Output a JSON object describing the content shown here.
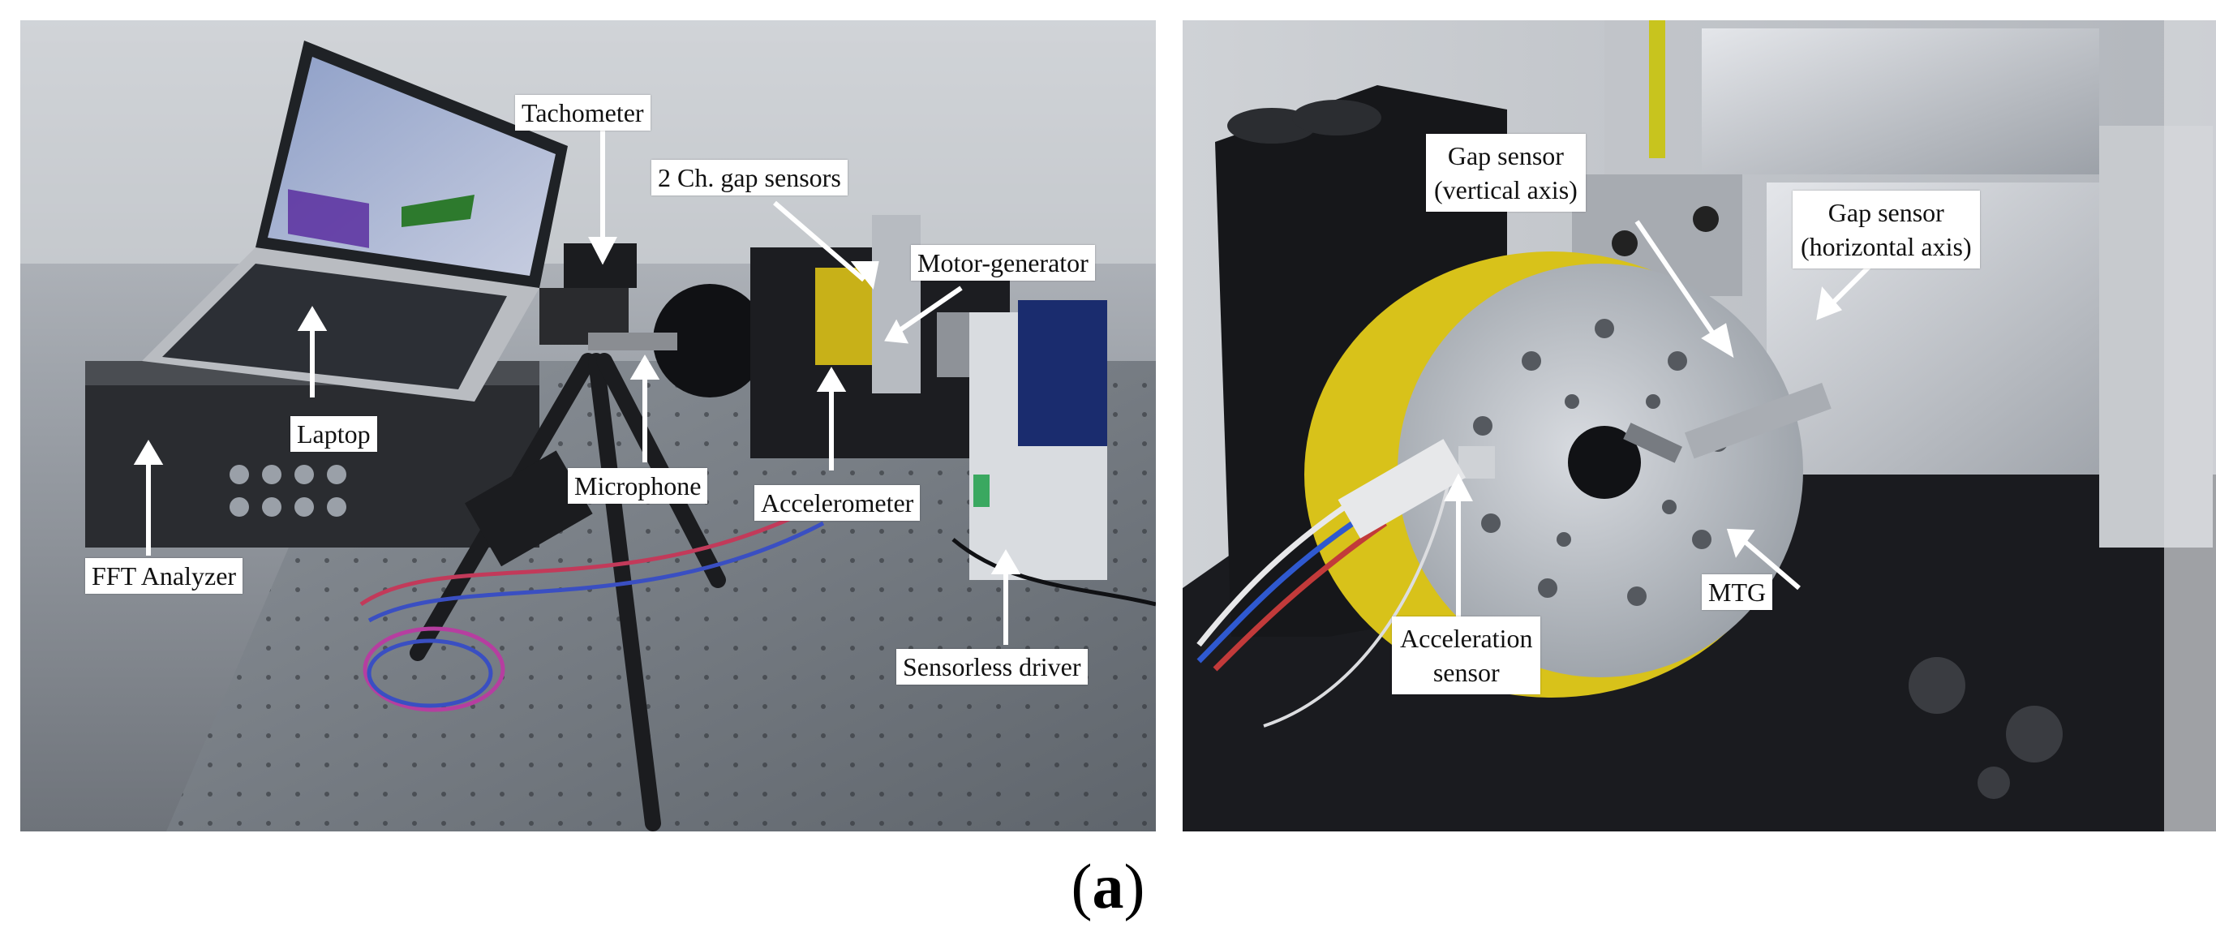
{
  "left_panel": {
    "labels": {
      "tachometer": "Tachometer",
      "gap_sensors": "2 Ch. gap sensors",
      "motor_generator": "Motor-generator",
      "laptop": "Laptop",
      "microphone": "Microphone",
      "accelerometer": "Accelerometer",
      "fft_analyzer": "FFT Analyzer",
      "sensorless_driver": "Sensorless driver"
    }
  },
  "right_panel": {
    "labels": {
      "gap_vertical_line1": "Gap sensor",
      "gap_vertical_line2": "(vertical axis)",
      "gap_horizontal_line1": "Gap sensor",
      "gap_horizontal_line2": "(horizontal axis)",
      "mtg": "MTG",
      "acceleration_line1": "Acceleration",
      "acceleration_line2": "sensor"
    }
  },
  "caption": {
    "open": "(",
    "letter": "a",
    "close": ")"
  },
  "colors": {
    "rotor_yellow": "#d8c21a",
    "optical_table": "#7a7f86",
    "driver_blue": "#1a2c6e",
    "arrow": "#ffffff"
  }
}
